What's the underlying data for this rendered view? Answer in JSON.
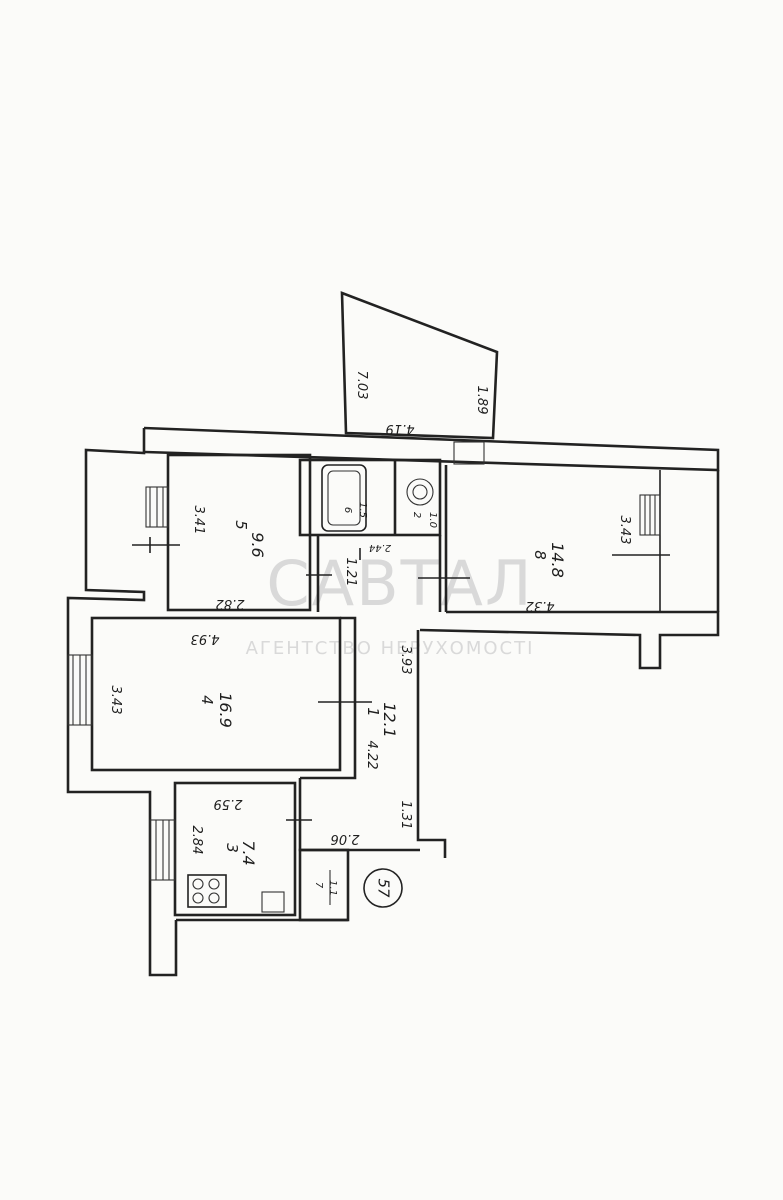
{
  "plan_number": "57",
  "watermark": {
    "brand": "САВТАЛ",
    "tagline": "АГЕНТСТВО НЕРУХОМОСТІ"
  },
  "balcony": {
    "dim_long": "7.03",
    "dim_short": "1.89",
    "dim_width": "4.19"
  },
  "rooms": [
    {
      "id": "r1",
      "number": "1",
      "area": "12.1",
      "dims": [
        "3.93",
        "1.31",
        "4.22"
      ]
    },
    {
      "id": "r2",
      "number": "2",
      "area": "1.0",
      "dims": []
    },
    {
      "id": "r3",
      "number": "3",
      "area": "7.4",
      "dims": [
        "2.84",
        "2.59"
      ]
    },
    {
      "id": "r4",
      "number": "4",
      "area": "16.9",
      "dims": [
        "3.43",
        "4.93"
      ]
    },
    {
      "id": "r5",
      "number": "5",
      "area": "9.6",
      "dims": [
        "3.41",
        "2.82"
      ]
    },
    {
      "id": "r6",
      "number": "6",
      "area": "1.5",
      "dims": [
        "2.44"
      ]
    },
    {
      "id": "r7",
      "number": "7",
      "area": "1.1",
      "dims": []
    },
    {
      "id": "r8",
      "number": "8",
      "area": "14.8",
      "dims": [
        "3.43",
        "4.32"
      ]
    }
  ],
  "misc_dims": [
    "1.21",
    "2.06"
  ]
}
